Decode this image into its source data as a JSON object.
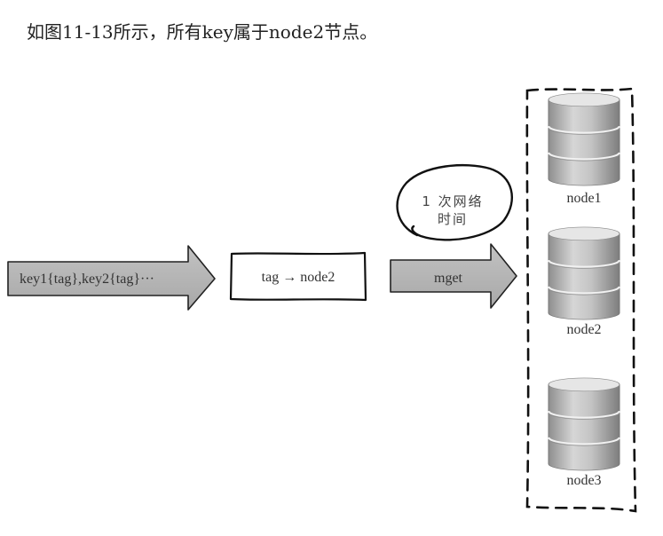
{
  "caption": "如图11-13所示，所有key属于node2节点。",
  "flow": {
    "input_arrow_label": "key1{tag},key2{tag}···",
    "mapping_box_label": "tag → node2",
    "request_arrow_label": "mget",
    "annotation_line1": "1 次网络",
    "annotation_line2": "时间"
  },
  "nodes": [
    {
      "label": "node1"
    },
    {
      "label": "node2"
    },
    {
      "label": "node3"
    }
  ],
  "colors": {
    "arrow_fill": "#b5b5b5",
    "arrow_stroke": "#222222",
    "cylinder_body": "#bdbdbd",
    "cylinder_top": "#e4e4e4",
    "dashed_border": "#111111"
  }
}
